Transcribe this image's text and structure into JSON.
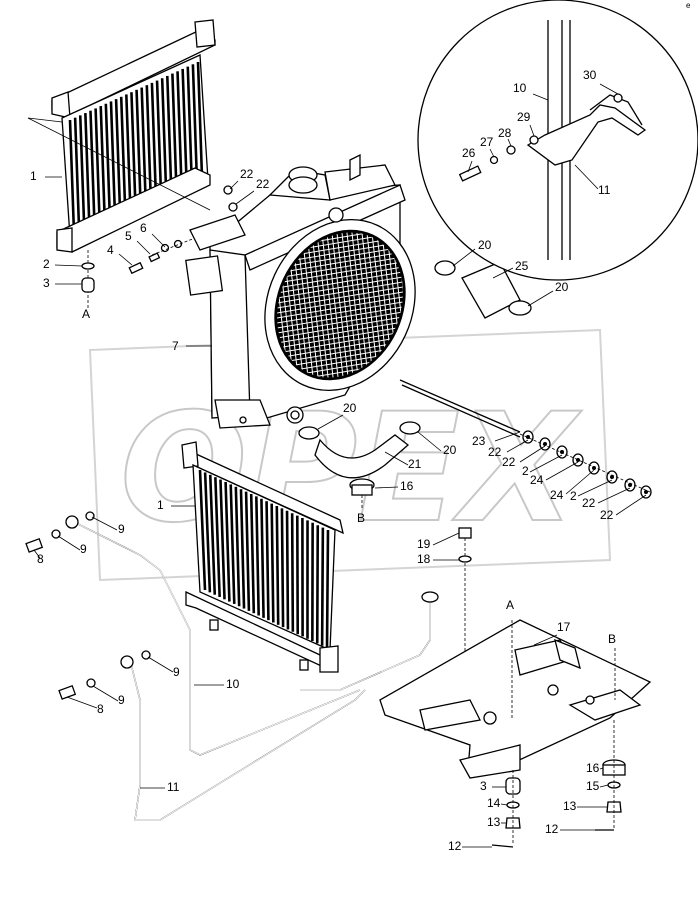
{
  "corner_mark": "e",
  "watermark": "OPEX",
  "callouts": [
    {
      "id": "c1a",
      "text": "1"
    },
    {
      "id": "c2a",
      "text": "2"
    },
    {
      "id": "c3a",
      "text": "3"
    },
    {
      "id": "cAa",
      "text": "A"
    },
    {
      "id": "c4",
      "text": "4"
    },
    {
      "id": "c5",
      "text": "5"
    },
    {
      "id": "c6",
      "text": "6"
    },
    {
      "id": "c22a",
      "text": "22"
    },
    {
      "id": "c22b",
      "text": "22"
    },
    {
      "id": "c7",
      "text": "7"
    },
    {
      "id": "c20a",
      "text": "20"
    },
    {
      "id": "c25",
      "text": "25"
    },
    {
      "id": "c20b",
      "text": "20"
    },
    {
      "id": "c20c",
      "text": "20"
    },
    {
      "id": "c20d",
      "text": "20"
    },
    {
      "id": "c21",
      "text": "21"
    },
    {
      "id": "c16a",
      "text": "16"
    },
    {
      "id": "cBa",
      "text": "B"
    },
    {
      "id": "c23",
      "text": "23"
    },
    {
      "id": "c22c",
      "text": "22"
    },
    {
      "id": "c22d",
      "text": "22"
    },
    {
      "id": "c2b",
      "text": "2"
    },
    {
      "id": "c24a",
      "text": "24"
    },
    {
      "id": "c24b",
      "text": "24"
    },
    {
      "id": "c2c",
      "text": "2"
    },
    {
      "id": "c22e",
      "text": "22"
    },
    {
      "id": "c22f",
      "text": "22"
    },
    {
      "id": "c10a",
      "text": "10"
    },
    {
      "id": "c30",
      "text": "30"
    },
    {
      "id": "c29",
      "text": "29"
    },
    {
      "id": "c28",
      "text": "28"
    },
    {
      "id": "c27",
      "text": "27"
    },
    {
      "id": "c26",
      "text": "26"
    },
    {
      "id": "c11a",
      "text": "11"
    },
    {
      "id": "c1b",
      "text": "1"
    },
    {
      "id": "c9a",
      "text": "9"
    },
    {
      "id": "c9b",
      "text": "9"
    },
    {
      "id": "c8a",
      "text": "8"
    },
    {
      "id": "c19",
      "text": "19"
    },
    {
      "id": "c18",
      "text": "18"
    },
    {
      "id": "cAb",
      "text": "A"
    },
    {
      "id": "c17",
      "text": "17"
    },
    {
      "id": "cBb",
      "text": "B"
    },
    {
      "id": "c9c",
      "text": "9"
    },
    {
      "id": "c10b",
      "text": "10"
    },
    {
      "id": "c9d",
      "text": "9"
    },
    {
      "id": "c8b",
      "text": "8"
    },
    {
      "id": "c11b",
      "text": "11"
    },
    {
      "id": "c16b",
      "text": "16"
    },
    {
      "id": "c15",
      "text": "15"
    },
    {
      "id": "c13a",
      "text": "13"
    },
    {
      "id": "c12a",
      "text": "12"
    },
    {
      "id": "c3b",
      "text": "3"
    },
    {
      "id": "c14",
      "text": "14"
    },
    {
      "id": "c13b",
      "text": "13"
    },
    {
      "id": "c12b",
      "text": "12"
    }
  ]
}
